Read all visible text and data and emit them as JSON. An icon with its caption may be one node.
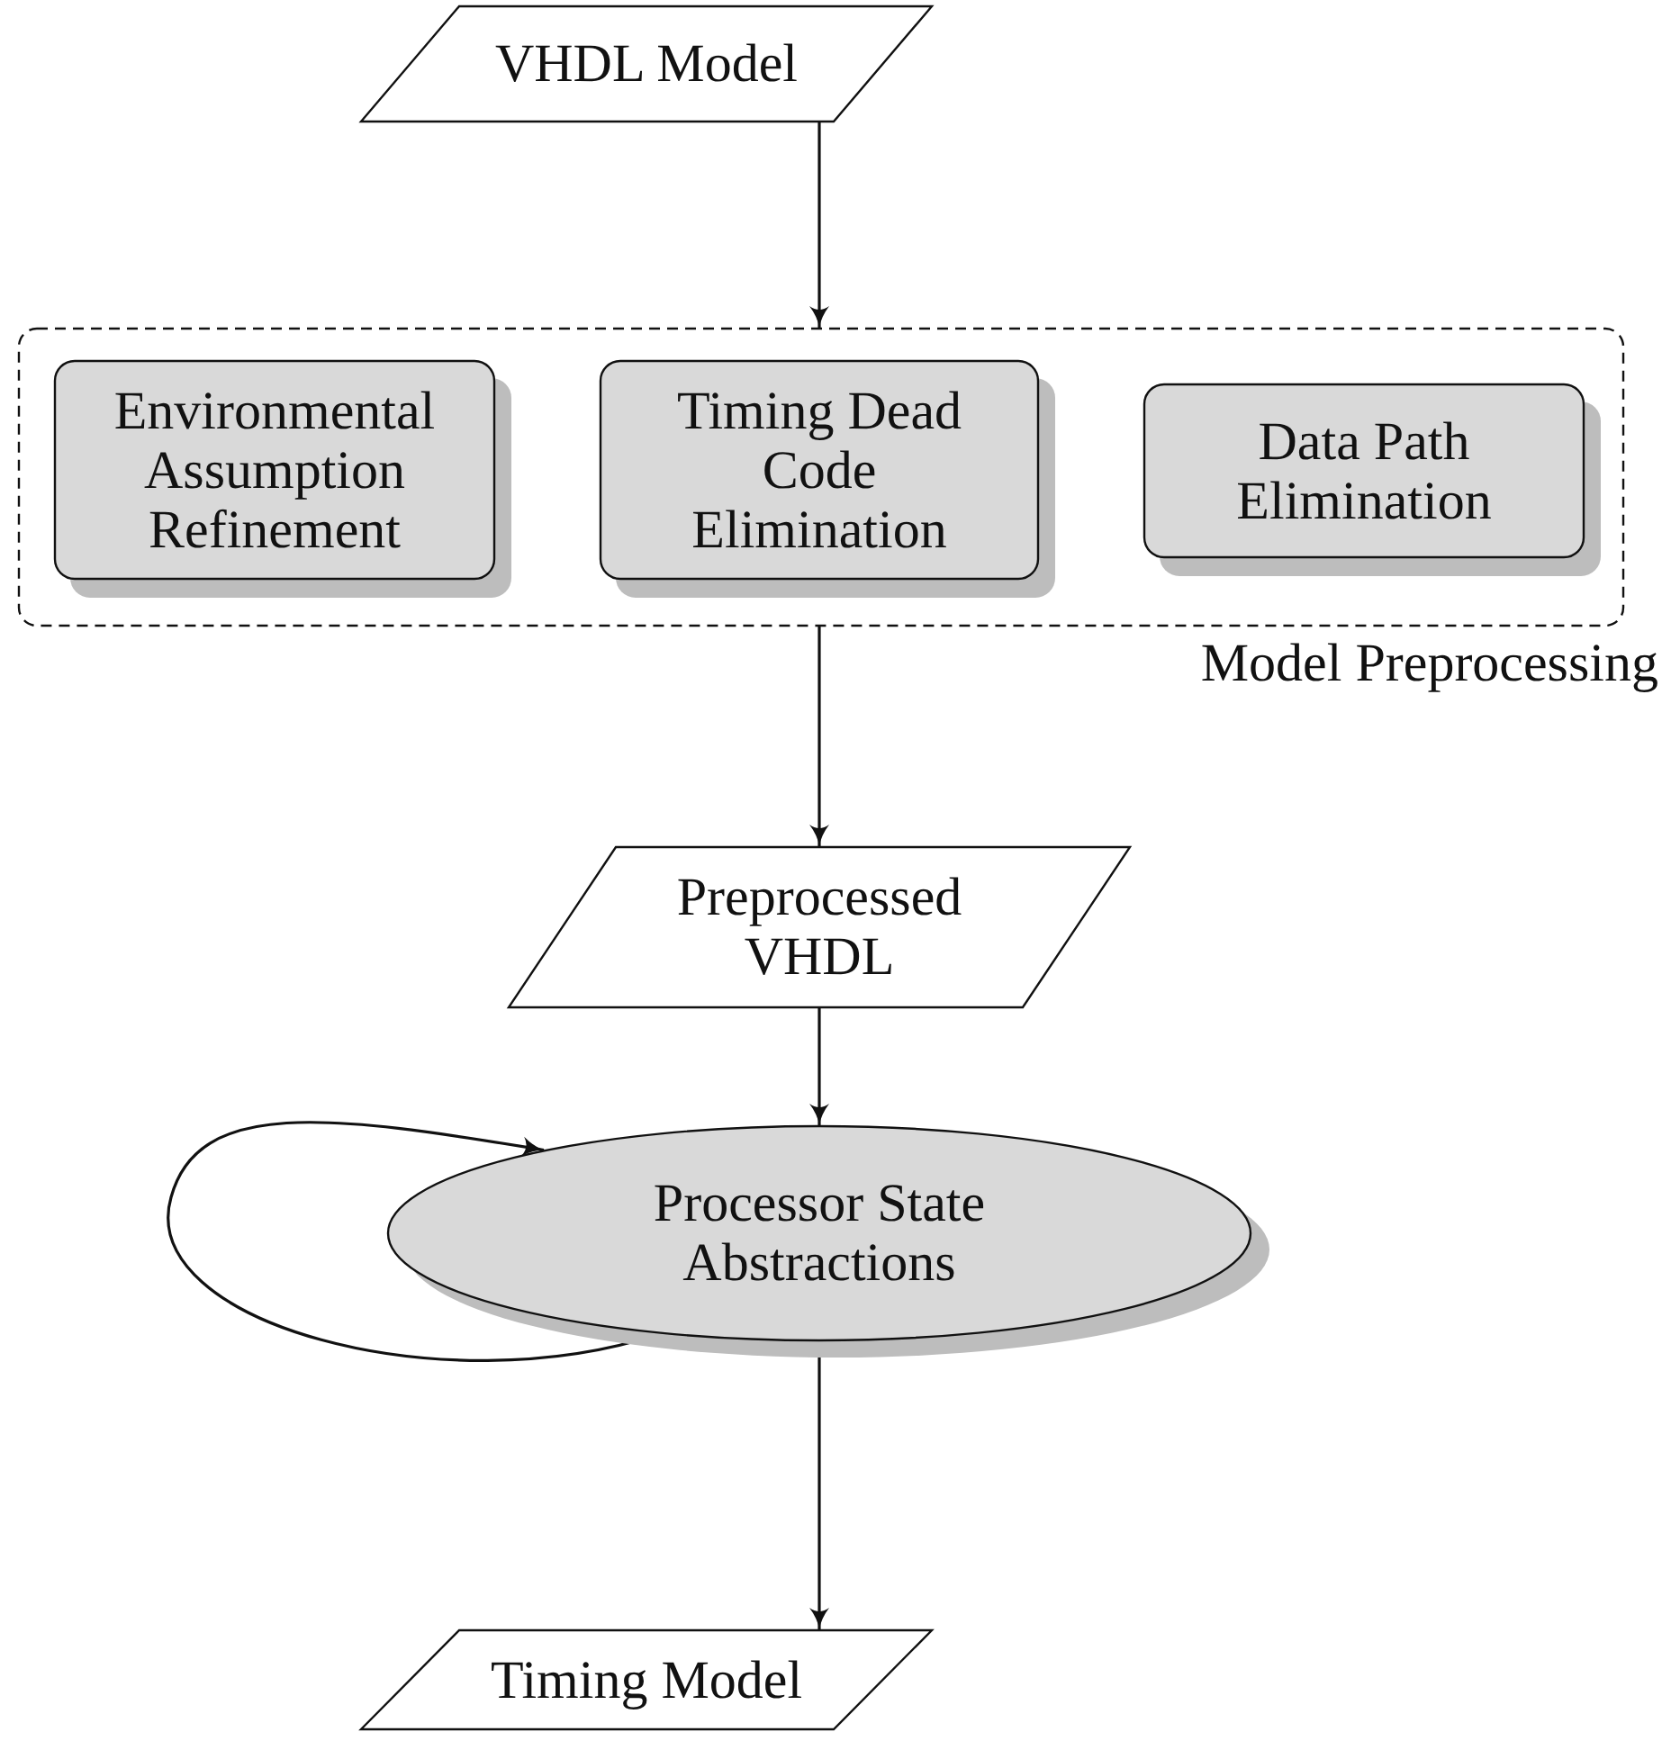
{
  "diagram": {
    "nodes": [
      {
        "text": [
          "VHDL Model"
        ]
      },
      {
        "text": [],
        "shape": "box",
        "beside": [
          "Model Preprocessing"
        ]
      },
      {
        "text": [
          "Environmental Assumption Refinement"
        ],
        "in": 1
      },
      {
        "text": [
          "Timing Dead Code Elimination"
        ],
        "in": 1
      },
      {
        "text": [
          "Data Path Elimination"
        ],
        "in": 1
      },
      {
        "text": [
          "Preprocessed VHDL"
        ]
      },
      {
        "text": [
          "Processor State Abstractions"
        ]
      },
      {
        "text": [
          "Timing Model"
        ]
      }
    ],
    "edges": [
      {
        "from": 0,
        "to": 1,
        "arrow": "to"
      },
      {
        "from": 1,
        "to": 5,
        "arrow": "to"
      },
      {
        "from": 5,
        "to": 6,
        "arrow": "to"
      },
      {
        "from": 6,
        "to": 6,
        "arrow": "to"
      },
      {
        "from": 6,
        "to": 7,
        "arrow": "to"
      }
    ]
  }
}
